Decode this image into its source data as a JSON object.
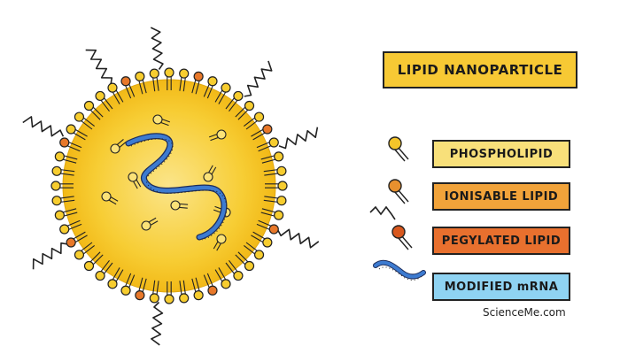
{
  "title": "LIPID NANOPARTICLE",
  "legend": [
    {
      "key": "phospholipid",
      "label": "PHOSPHOLIPID",
      "box_color": "#f8e07a",
      "head_color": "#f5c52a"
    },
    {
      "key": "ionisable",
      "label": "IONISABLE LIPID",
      "box_color": "#f1a33a",
      "head_color": "#e8902e"
    },
    {
      "key": "pegylated",
      "label": "PEGYLATED LIPID",
      "box_color": "#e8702e",
      "head_color": "#d8581e"
    },
    {
      "key": "mrna",
      "label": "MODIFIED mRNA",
      "box_color": "#8fd3f2",
      "head_color": "#3d7bd0"
    }
  ],
  "credit": "ScienceMe.com",
  "colors": {
    "particle_fill": "#f5c21c",
    "particle_glow": "#fbe58a",
    "phospholipid_head": "#f7cd2f",
    "ionisable_head": "#e8782a",
    "outline": "#222222",
    "mrna_blue": "#3d7bd0"
  }
}
